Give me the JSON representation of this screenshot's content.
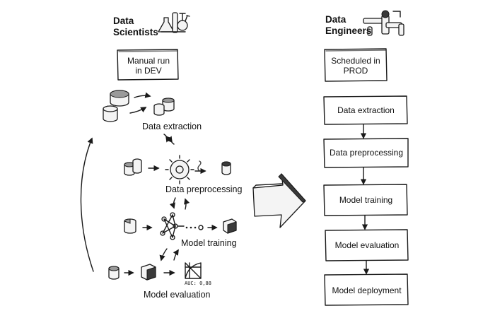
{
  "left": {
    "title": "Data Scientists",
    "mode_box": "Manual run in DEV",
    "stages": [
      "Data extraction",
      "Data preprocessing",
      "Model training",
      "Model evaluation"
    ],
    "eval_metric": "AUC: 0,88"
  },
  "right": {
    "title": "Data Engineers",
    "mode_box": "Scheduled in PROD",
    "steps": [
      "Data extraction",
      "Data preprocessing",
      "Model training",
      "Model evaluation",
      "Model deployment"
    ]
  },
  "colors": {
    "ink": "#1a1a1a",
    "box_fill": "#ffffff"
  }
}
